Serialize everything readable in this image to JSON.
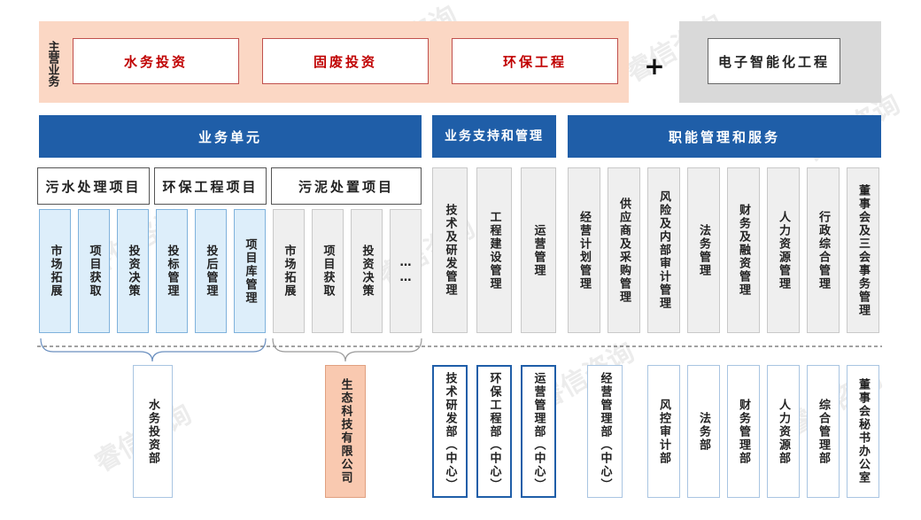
{
  "main_business": {
    "label": "主营业务",
    "items": [
      "水务投资",
      "固废投资",
      "环保工程"
    ],
    "plus": "+",
    "extra": "电子智能化工程"
  },
  "headers": {
    "unit": "业务单元",
    "support": "业务支持和管理",
    "function": "职能管理和服务"
  },
  "projects": [
    "污水处理项目",
    "环保工程项目",
    "污泥处置项目"
  ],
  "unit_cells": [
    "市场拓展",
    "项目获取",
    "投资决策",
    "投标管理",
    "投后管理",
    "项目库管理",
    "市场拓展",
    "项目获取",
    "投资决策",
    "……"
  ],
  "support_cells": [
    "技术及研发管理",
    "工程建设管理",
    "运营管理"
  ],
  "function_cells": [
    "经营计划管理",
    "供应商及采购管理",
    "风险及内部审计管理",
    "法务管理",
    "财务及融资管理",
    "人力资源管理",
    "行政综合管理",
    "董事会及三会事务管理"
  ],
  "departments": {
    "water": "水务投资部",
    "eco": "生态科技有限公司",
    "support": [
      "技术研发部（中心）",
      "环保工程部（中心）",
      "运营管理部（中心）"
    ],
    "function": [
      "经营管理部（中心）",
      "风控审计部",
      "法务部",
      "财务管理部",
      "人力资源部",
      "综合管理部",
      "董事会秘书办公室"
    ]
  },
  "watermark": "睿信咨询"
}
